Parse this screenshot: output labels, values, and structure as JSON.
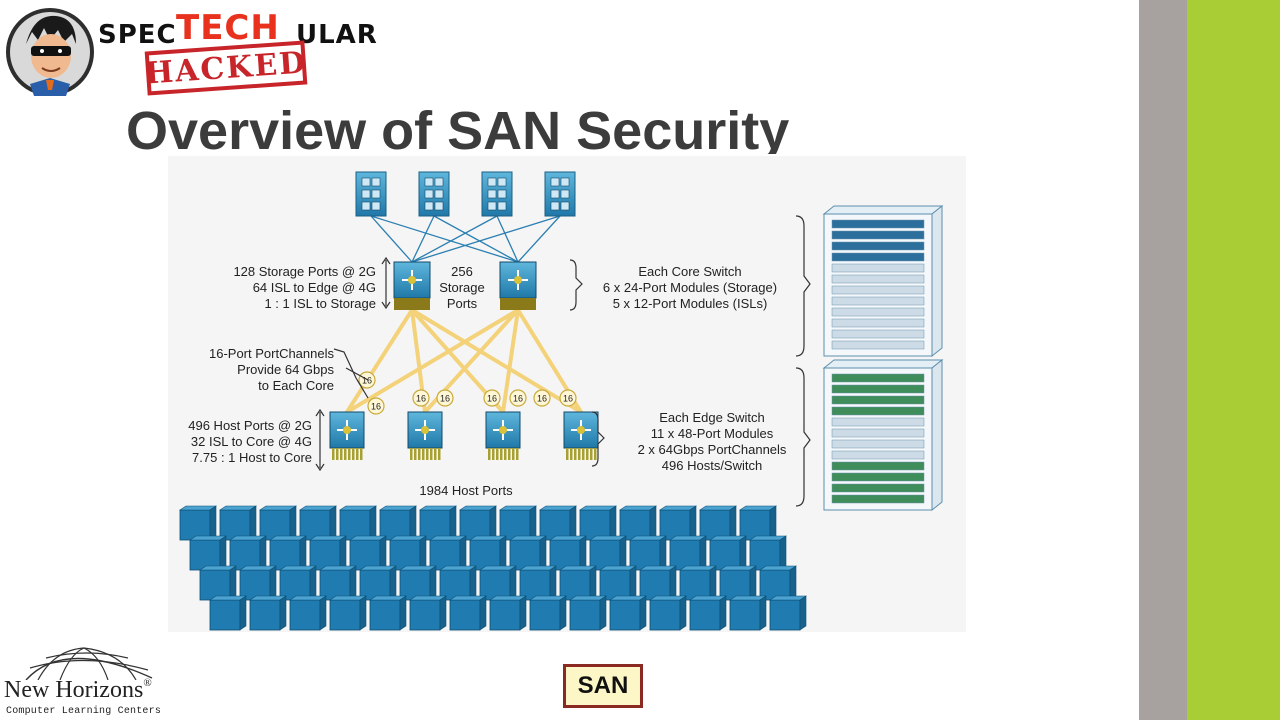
{
  "slide": {
    "title": "Overview of SAN Security",
    "tag": "SAN"
  },
  "branding": {
    "part1": "SPEC",
    "part2": "TECH",
    "part3": "ULAR",
    "stamp": "HACKED"
  },
  "footer_logo": {
    "name": "New Horizons",
    "mark": "®",
    "subtitle": "Computer Learning Centers"
  },
  "diagram": {
    "core_label": [
      "256",
      "Storage",
      "Ports"
    ],
    "core_left_notes": [
      "128 Storage Ports @ 2G",
      "64 ISL to Edge @ 4G",
      "1 : 1 ISL to Storage"
    ],
    "core_right_notes": [
      "Each Core Switch",
      "6 x 24-Port Modules (Storage)",
      "5 x 12-Port Modules (ISLs)"
    ],
    "portchannel_notes": [
      "16-Port PortChannels",
      "Provide 64 Gbps",
      "to Each Core"
    ],
    "edge_left_notes": [
      "496 Host Ports @ 2G",
      "32 ISL to Core @ 4G",
      "7.75 : 1 Host to Core"
    ],
    "edge_right_notes": [
      "Each Edge Switch",
      "11 x 48-Port Modules",
      "2 x 64Gbps PortChannels",
      "496 Hosts/Switch"
    ],
    "host_ports_label": "1984 Host Ports",
    "link_badge": "16"
  },
  "colors": {
    "accent_green": "#a9cd35",
    "side_gray": "#a7a2a0",
    "switch_blue": "#2b8cbc",
    "link_yellow": "#f3d27a"
  }
}
